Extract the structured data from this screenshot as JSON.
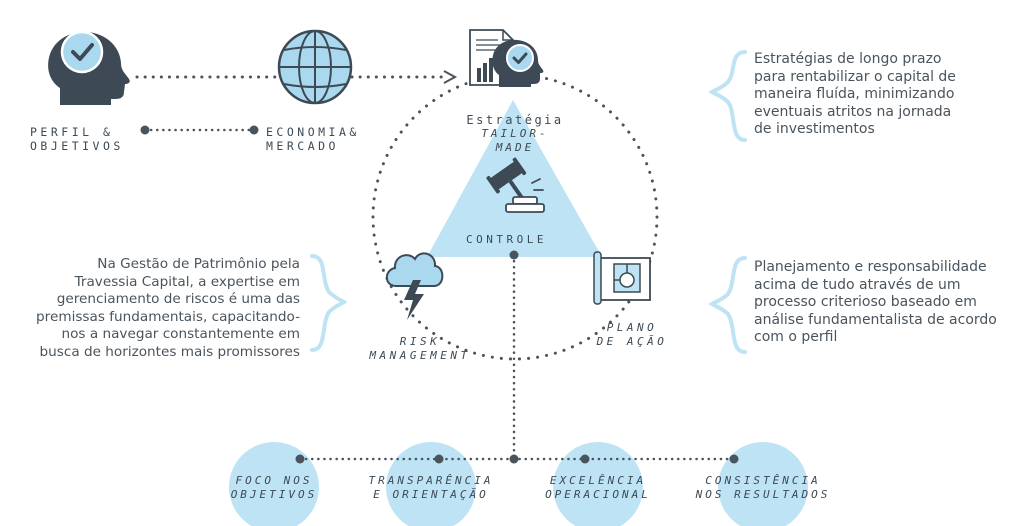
{
  "nodes": {
    "perfil": {
      "line1": "PERFIL &",
      "line2": "OBJETIVOS"
    },
    "economia": {
      "line1": "ECONOMIA&",
      "line2": "MERCADO"
    },
    "estrategia": {
      "line1": "Estratégia",
      "line2": "TAILOR-",
      "line3": "MADE"
    },
    "controle": {
      "label": "CONTROLE"
    },
    "risk": {
      "line1": "RISK",
      "line2": "MANAGEMENT"
    },
    "plano": {
      "line1": "PLANO",
      "line2": "DE AÇÃO"
    }
  },
  "texts": {
    "estrategia_desc": [
      "Estratégias de longo prazo",
      "para rentabilizar o capital de",
      "maneira fluída, minimizando",
      "eventuais atritos na jornada",
      "de investimentos"
    ],
    "gestao_desc": [
      "Na Gestão de Patrimônio pela",
      "Travessia Capital, a expertise em",
      "gerenciamento de riscos é uma das",
      "premissas fundamentais, capacitando-",
      "nos a navegar constantemente em",
      "busca de horizontes mais promissores"
    ],
    "planejamento_desc": [
      "Planejamento e responsabilidade",
      "acima de tudo através de um",
      "processo criterioso baseado em",
      "análise fundamentalista de acordo",
      "com o perfil"
    ]
  },
  "pillars": [
    {
      "line1": "FOCO NOS",
      "line2": "OBJETIVOS"
    },
    {
      "line1": "TRANSPARÊNCIA",
      "line2": "E ORIENTAÇÃO"
    },
    {
      "line1": "EXCELÊNCIA",
      "line2": "OPERACIONAL"
    },
    {
      "line1": "CONSISTÊNCIA",
      "line2": "NOS RESULTADOS"
    }
  ],
  "colors": {
    "accent_light": "#bde3f5",
    "accent_mid": "#a9d8ef",
    "ink": "#3d4a55"
  },
  "icons": [
    "head-check-icon",
    "globe-icon",
    "document-chart-icon",
    "gavel-icon",
    "storm-cloud-icon",
    "blueprint-icon"
  ]
}
